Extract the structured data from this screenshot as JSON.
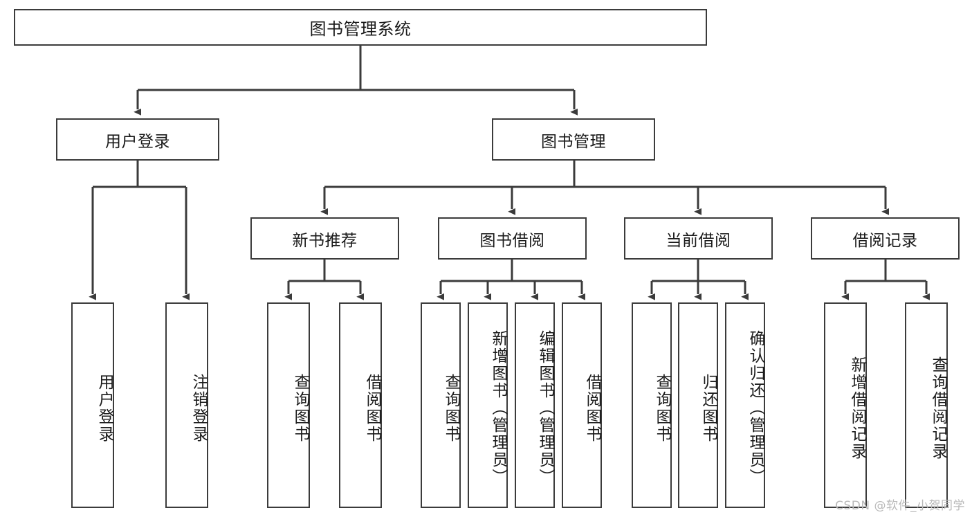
{
  "diagram": {
    "type": "tree-hierarchy-diagram",
    "title": "图书管理系统",
    "watermark": "CSDN @软件_小贺同学",
    "colors": {
      "stroke": "#3b3b3b",
      "fill": "#ffffff",
      "text": "#1a1a1a",
      "watermark": "#b9b9b9"
    },
    "nodes": {
      "root": {
        "label": "图书管理系统",
        "orientation": "horizontal"
      },
      "user_login": {
        "label": "用户登录",
        "orientation": "horizontal"
      },
      "book_manage": {
        "label": "图书管理",
        "orientation": "horizontal"
      },
      "new_book_rec": {
        "label": "新书推荐",
        "orientation": "horizontal"
      },
      "book_borrow": {
        "label": "图书借阅",
        "orientation": "horizontal"
      },
      "current_borrow": {
        "label": "当前借阅",
        "orientation": "horizontal"
      },
      "borrow_record": {
        "label": "借阅记录",
        "orientation": "horizontal"
      },
      "leaf_user_login": {
        "label": "用户登录",
        "orientation": "vertical"
      },
      "leaf_logout": {
        "label": "注销登录",
        "orientation": "vertical"
      },
      "leaf_query_book_1": {
        "label": "查询图书",
        "orientation": "vertical"
      },
      "leaf_borrow_book_1": {
        "label": "借阅图书",
        "orientation": "vertical"
      },
      "leaf_query_book_2": {
        "label": "查询图书",
        "orientation": "vertical"
      },
      "leaf_add_book": {
        "label": "新增图书（管理员）",
        "orientation": "vertical"
      },
      "leaf_edit_book": {
        "label": "编辑图书（管理员）",
        "orientation": "vertical"
      },
      "leaf_borrow_book_2": {
        "label": "借阅图书",
        "orientation": "vertical"
      },
      "leaf_query_book_3": {
        "label": "查询图书",
        "orientation": "vertical"
      },
      "leaf_return_book": {
        "label": "归还图书",
        "orientation": "vertical"
      },
      "leaf_confirm_return": {
        "label": "确认归还（管理员）",
        "orientation": "vertical"
      },
      "leaf_add_record": {
        "label": "新增借阅记录",
        "orientation": "vertical"
      },
      "leaf_query_record": {
        "label": "查询借阅记录",
        "orientation": "vertical"
      }
    },
    "edges": [
      {
        "from": "root",
        "to": "user_login"
      },
      {
        "from": "root",
        "to": "book_manage"
      },
      {
        "from": "user_login",
        "to": "leaf_user_login"
      },
      {
        "from": "user_login",
        "to": "leaf_logout"
      },
      {
        "from": "book_manage",
        "to": "new_book_rec"
      },
      {
        "from": "book_manage",
        "to": "book_borrow"
      },
      {
        "from": "book_manage",
        "to": "current_borrow"
      },
      {
        "from": "book_manage",
        "to": "borrow_record"
      },
      {
        "from": "new_book_rec",
        "to": "leaf_query_book_1"
      },
      {
        "from": "new_book_rec",
        "to": "leaf_borrow_book_1"
      },
      {
        "from": "book_borrow",
        "to": "leaf_query_book_2"
      },
      {
        "from": "book_borrow",
        "to": "leaf_add_book"
      },
      {
        "from": "book_borrow",
        "to": "leaf_edit_book"
      },
      {
        "from": "book_borrow",
        "to": "leaf_borrow_book_2"
      },
      {
        "from": "current_borrow",
        "to": "leaf_query_book_3"
      },
      {
        "from": "current_borrow",
        "to": "leaf_return_book"
      },
      {
        "from": "current_borrow",
        "to": "leaf_confirm_return"
      },
      {
        "from": "borrow_record",
        "to": "leaf_add_record"
      },
      {
        "from": "borrow_record",
        "to": "leaf_query_record"
      }
    ]
  }
}
